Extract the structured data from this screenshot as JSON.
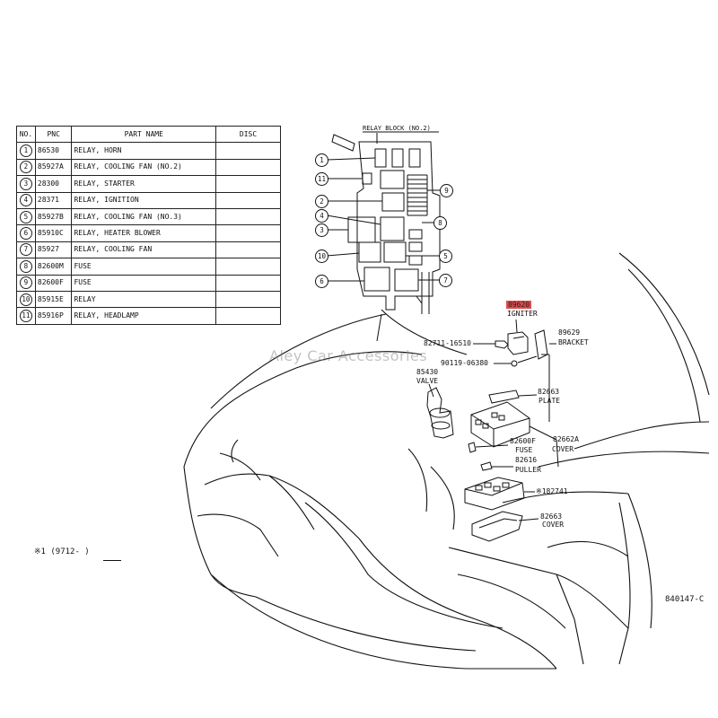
{
  "table": {
    "headers": {
      "no": "NO.",
      "pnc": "PNC",
      "part_name": "PART NAME",
      "disc": "DISC"
    },
    "rows": [
      {
        "no": "1",
        "pnc": "86530",
        "name": "RELAY, HORN",
        "disc": ""
      },
      {
        "no": "2",
        "pnc": "85927A",
        "name": "RELAY, COOLING FAN (NO.2)",
        "disc": ""
      },
      {
        "no": "3",
        "pnc": "28300",
        "name": "RELAY, STARTER",
        "disc": ""
      },
      {
        "no": "4",
        "pnc": "28371",
        "name": "RELAY, IGNITION",
        "disc": ""
      },
      {
        "no": "5",
        "pnc": "85927B",
        "name": "RELAY, COOLING FAN (NO.3)",
        "disc": ""
      },
      {
        "no": "6",
        "pnc": "85910C",
        "name": "RELAY, HEATER BLOWER",
        "disc": ""
      },
      {
        "no": "7",
        "pnc": "85927",
        "name": "RELAY, COOLING FAN",
        "disc": ""
      },
      {
        "no": "8",
        "pnc": "82600M",
        "name": "FUSE",
        "disc": ""
      },
      {
        "no": "9",
        "pnc": "82600F",
        "name": "FUSE",
        "disc": ""
      },
      {
        "no": "10",
        "pnc": "85915E",
        "name": "RELAY",
        "disc": ""
      },
      {
        "no": "11",
        "pnc": "85916P",
        "name": "RELAY, HEADLAMP",
        "disc": ""
      }
    ]
  },
  "relay_block": {
    "title": "RELAY BLOCK (NO.2)",
    "callouts": [
      "1",
      "11",
      "2",
      "4",
      "3",
      "10",
      "6",
      "9",
      "8",
      "5",
      "7"
    ]
  },
  "parts": {
    "igniter": {
      "pnc": "89620",
      "name": "IGNITER",
      "highlight_color": "#e04a4a"
    },
    "bracket": {
      "pnc": "89629",
      "name": "BRACKET"
    },
    "bolt": {
      "pnc": "82711-16510"
    },
    "nut": {
      "pnc": "90119-06380"
    },
    "valve": {
      "pnc": "85430",
      "name": "VALVE"
    },
    "plate": {
      "pnc": "82663",
      "name": "PLATE"
    },
    "fuse": {
      "pnc": "82600F",
      "name": "FUSE"
    },
    "cover_a": {
      "pnc": "82662A",
      "name": "COVER"
    },
    "puller": {
      "pnc": "82616",
      "name": "PULLER"
    },
    "block": {
      "pnc": "※182741"
    },
    "cover_b": {
      "pnc": "82663",
      "name": "COVER"
    }
  },
  "footnote": "※1 (9712-       )",
  "drawing_number": "840147-C",
  "watermark": "Aley Car Accessories"
}
